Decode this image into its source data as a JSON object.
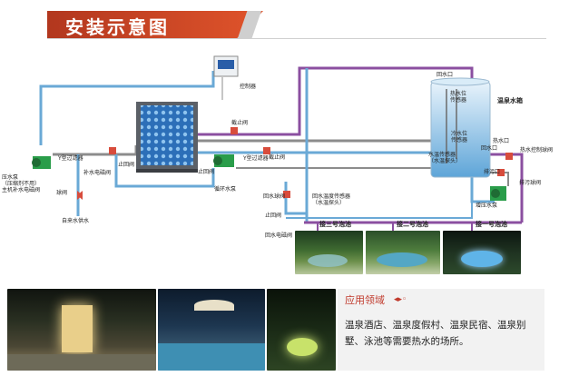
{
  "header": {
    "title": "安装示意图"
  },
  "labels": {
    "controller": "控制器",
    "check_valve_top": "截止阀",
    "y_filter_left": "Y型过滤器",
    "y_filter_right": "Y型过滤器",
    "makeup_solenoid": "补水电磁阀",
    "stop_valve_left": "止回阀",
    "stop_valve_mid": "止回阀",
    "check_valve_mid": "截止阀",
    "circulation_pump": "循环水泵",
    "pressure_pump": "压水泵\n（压缩剂不用）\n主机补水电磁阀",
    "ball_valve": "球阀",
    "tap_water": "自来水供水",
    "return_outlet_top": "回水口",
    "tank": "温泉水箱",
    "hot_sensor": "热水位\n传感器",
    "cold_sensor": "冷水位\n传感器",
    "temp_sensor_tank": "水温传感器\n（水温探头）",
    "hot_outlet": "热水口",
    "hot_control_valve": "热水控制球阀",
    "return_inlet": "回水口",
    "drain_outlet": "排污口",
    "drain_valve": "排污球阀",
    "booster_pump": "增压水泵",
    "return_valve": "回水球阀",
    "return_temp_sensor": "回水温度传感器\n（水温探头）",
    "stop_valve_bottom": "止回阀",
    "return_solenoid": "回水电磁阀",
    "pool_3": "接三号泡池",
    "pool_2": "接二号泡池",
    "pool_1": "接一号泡池"
  },
  "application": {
    "title": "应用领域",
    "description": "温泉酒店、温泉度假村、温泉民宿、温泉别墅、泳池等需要热水的场所。"
  },
  "colors": {
    "banner": "#d8482a",
    "pipe_blue": "#6aa9d6",
    "pipe_purple": "#8b4fa0",
    "pipe_gray": "#8c8c8c",
    "accent_red": "#c0392b"
  }
}
